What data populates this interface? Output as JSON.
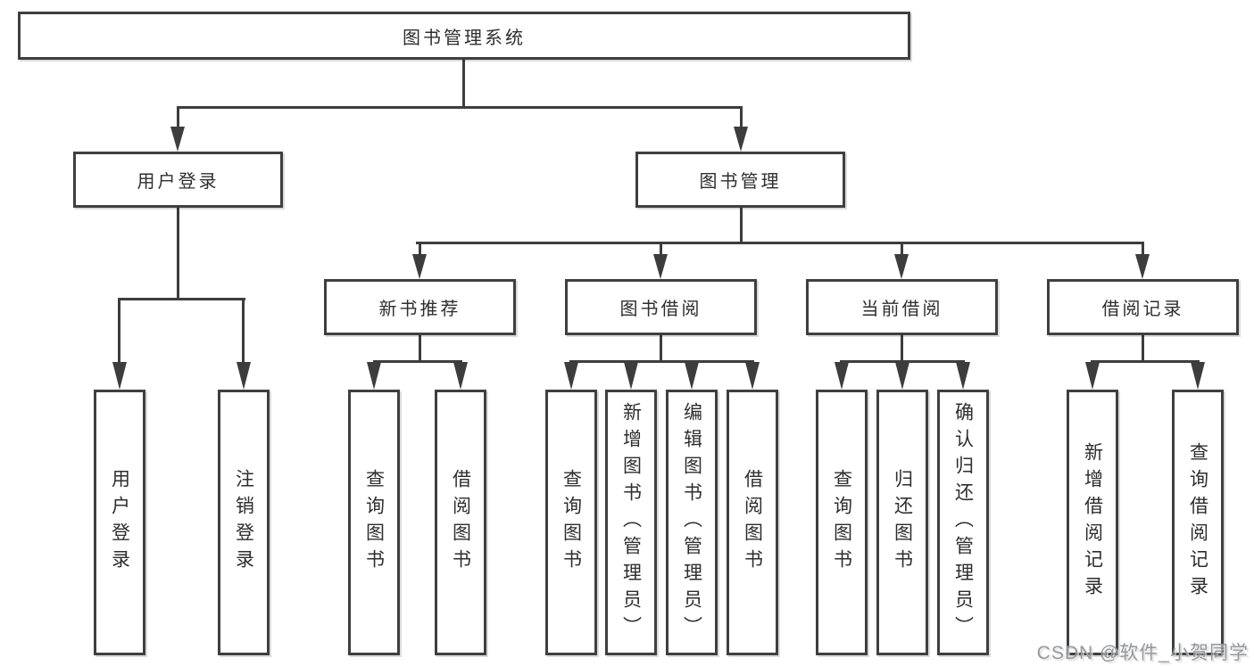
{
  "title": "图书管理系统",
  "level2": [
    "用户登录",
    "图书管理"
  ],
  "level3": [
    "新书推荐",
    "图书借阅",
    "当前借阅",
    "借阅记录"
  ],
  "leaves": {
    "login": [
      "用户登录",
      "注销登录"
    ],
    "recommend": [
      "查询图书",
      "借阅图书"
    ],
    "borrow": [
      "查询图书",
      "新增图书（管理员）",
      "编辑图书（管理员）",
      "借阅图书"
    ],
    "current": [
      "查询图书",
      "归还图书",
      "确认归还（管理员）"
    ],
    "records": [
      "新增借阅记录",
      "查询借阅记录"
    ]
  },
  "watermark": "CSDN @软件_小贺同学"
}
